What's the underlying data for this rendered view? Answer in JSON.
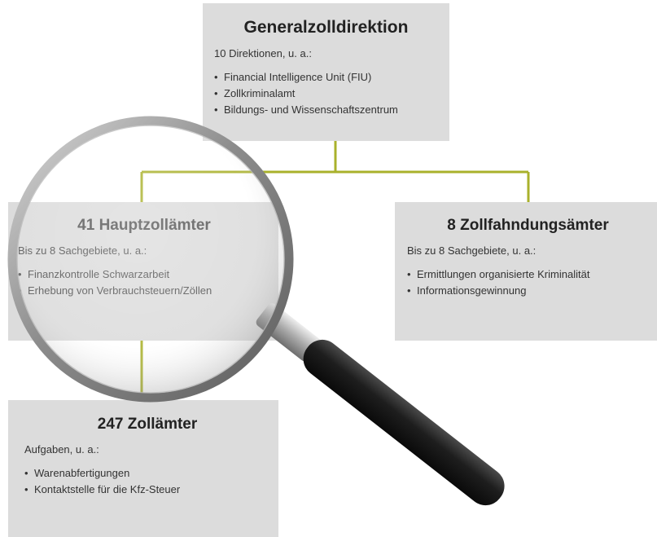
{
  "colors": {
    "connector": "#a9b12b",
    "box": "#dcdcdc",
    "handle": "#1a1a1a",
    "lens_rim": "#8a8a8a"
  },
  "top": {
    "title": "Generalzolldirektion",
    "subtitle": "10 Direktionen, u. a.:",
    "items": [
      "Financial Intelligence Unit (FIU)",
      "Zollkriminalamt",
      "Bildungs- und Wissenschaftszentrum"
    ]
  },
  "left": {
    "title": "41 Hauptzollämter",
    "subtitle": "Bis zu 8 Sachgebiete, u. a.:",
    "items": [
      "Finanzkontrolle Schwarzarbeit",
      "Erhebung von Verbrauchsteuern/Zöllen"
    ]
  },
  "right": {
    "title": "8 Zollfahndungsämter",
    "subtitle": "Bis zu 8 Sachgebiete, u. a.:",
    "items": [
      "Ermittlungen organisierte Kriminalität",
      "Informationsgewinnung"
    ]
  },
  "bottom": {
    "title": "247 Zollämter",
    "subtitle": "Aufgaben, u. a.:",
    "items": [
      "Warenabfertigungen",
      "Kontaktstelle für die Kfz-Steuer"
    ]
  },
  "icons": {
    "magnifier": "magnifying-glass-icon"
  }
}
